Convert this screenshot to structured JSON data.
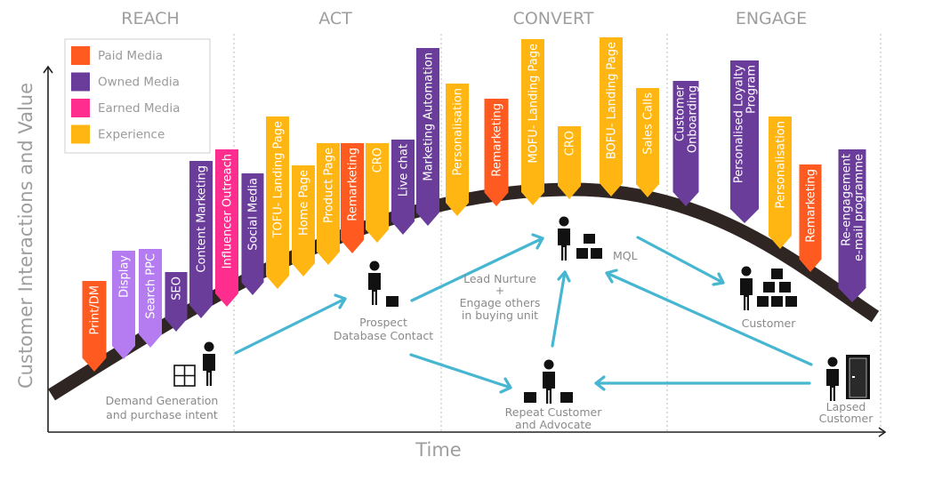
{
  "colors": {
    "paid": "#ff5a1f",
    "owned": "#6a3d9a",
    "earned": "#ff2d8d",
    "experience": "#ffb612",
    "display": "#b57cf2",
    "arrow": "#46b6d1",
    "curve": "#2f2523",
    "text": "#9e9e9e"
  },
  "stages": [
    "REACH",
    "ACT",
    "CONVERT",
    "ENGAGE"
  ],
  "axes": {
    "x": "Time",
    "y": "Customer Interactions and Value"
  },
  "legend": [
    {
      "label": "Paid Media",
      "color": "paid"
    },
    {
      "label": "Owned Media",
      "color": "owned"
    },
    {
      "label": "Earned Media",
      "color": "earned"
    },
    {
      "label": "Experience",
      "color": "experience"
    }
  ],
  "tags": [
    {
      "lines": [
        "Print/DM"
      ],
      "color": "paid"
    },
    {
      "lines": [
        "Display"
      ],
      "color": "display"
    },
    {
      "lines": [
        "Search PPC"
      ],
      "color": "display"
    },
    {
      "lines": [
        "SEO"
      ],
      "color": "owned"
    },
    {
      "lines": [
        "Content Marketing"
      ],
      "color": "owned"
    },
    {
      "lines": [
        "Influencer Outreach"
      ],
      "color": "earned"
    },
    {
      "lines": [
        "Social Media"
      ],
      "color": "owned"
    },
    {
      "lines": [
        "TOFU- Landing Page"
      ],
      "color": "experience"
    },
    {
      "lines": [
        "Home Page"
      ],
      "color": "experience"
    },
    {
      "lines": [
        "Product Page"
      ],
      "color": "experience"
    },
    {
      "lines": [
        "Remarketing"
      ],
      "color": "paid"
    },
    {
      "lines": [
        "CRO"
      ],
      "color": "experience"
    },
    {
      "lines": [
        "Live chat"
      ],
      "color": "owned"
    },
    {
      "lines": [
        "Marketing Automation"
      ],
      "color": "owned"
    },
    {
      "lines": [
        "Personalisation"
      ],
      "color": "experience"
    },
    {
      "lines": [
        "Remarketing"
      ],
      "color": "paid"
    },
    {
      "lines": [
        "MOFU- Landing Page"
      ],
      "color": "experience"
    },
    {
      "lines": [
        "CRO"
      ],
      "color": "experience"
    },
    {
      "lines": [
        "BOFU- Landing Page"
      ],
      "color": "experience"
    },
    {
      "lines": [
        "Sales Calls"
      ],
      "color": "experience"
    },
    {
      "lines": [
        "Customer",
        "Onboarding"
      ],
      "color": "owned"
    },
    {
      "lines": [
        "Personalised Loyalty",
        "Program"
      ],
      "color": "owned"
    },
    {
      "lines": [
        "Personalisation"
      ],
      "color": "experience"
    },
    {
      "lines": [
        "Remarketing"
      ],
      "color": "paid"
    },
    {
      "lines": [
        "Re-engagement",
        "e-mail programme"
      ],
      "color": "owned"
    }
  ],
  "actors": {
    "demand": [
      "Demand Generation",
      "and purchase intent"
    ],
    "prospect": [
      "Prospect",
      "Database Contact"
    ],
    "nurture": [
      "Lead Nurture",
      "+",
      "Engage others",
      "in buying unit"
    ],
    "mql": [
      "MQL"
    ],
    "customer": [
      "Customer"
    ],
    "repeat": [
      "Repeat Customer",
      "and Advocate"
    ],
    "lapsed": [
      "Lapsed",
      "Customer"
    ]
  }
}
